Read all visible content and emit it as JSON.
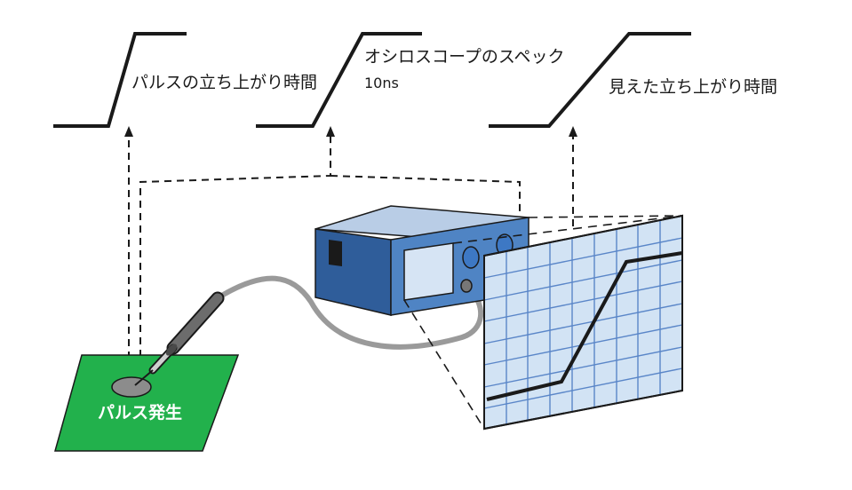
{
  "labels": {
    "pulse_rise_time": "パルスの立ち上がり時間",
    "scope_spec": "オシロスコープのスペック",
    "scope_spec_value": "10ns",
    "observed_rise_time": "見えた立ち上がり時間",
    "pulse_source": "パルス発生"
  },
  "colors": {
    "line": "#1a1a1a",
    "scope_body_front": "#4f84c4",
    "scope_body_top": "#b9cde6",
    "scope_screen": "#d6e4f4",
    "scope_knob": "#3d78c4",
    "grid_panel": "#d2e3f4",
    "grid_line": "#5a86c8",
    "board": "#22b14c",
    "cable": "#9a9a9a",
    "probe": "#6c6c6c"
  },
  "icons": {
    "waveform": "rising-edge-waveform-icon",
    "instrument": "oscilloscope-icon",
    "probe": "probe-icon",
    "board": "circuit-board-icon"
  }
}
